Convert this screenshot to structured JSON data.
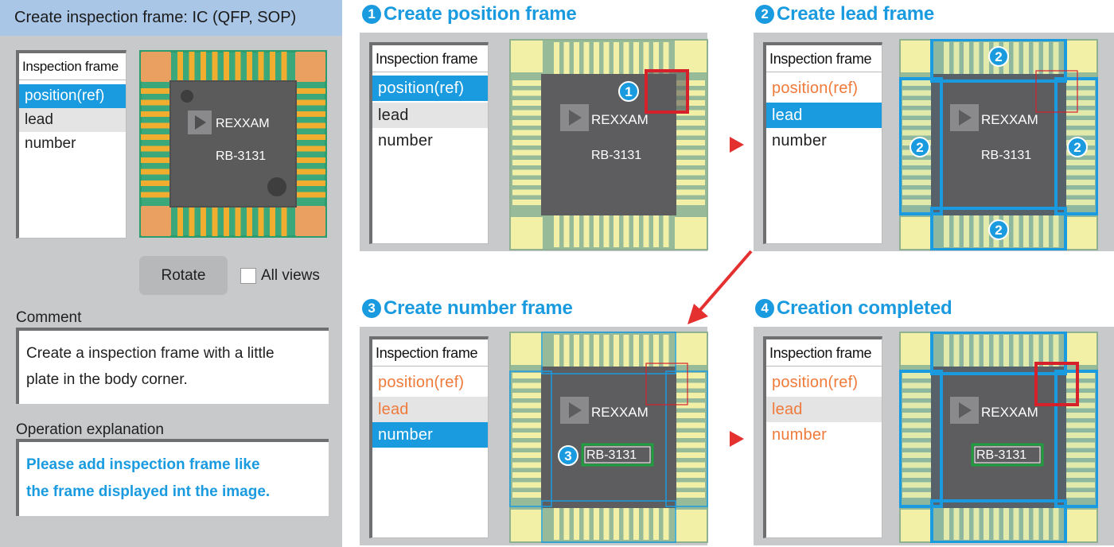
{
  "left_panel": {
    "title": "Create inspection frame: IC (QFP, SOP)",
    "list": {
      "header": "Inspection frame",
      "items": [
        "position(ref)",
        "lead",
        "number"
      ]
    },
    "chip": {
      "brand": "REXXAM",
      "model": "RB-3131"
    },
    "rotate_label": "Rotate",
    "all_views_label": "All views",
    "comment_label": "Comment",
    "comment_lines": [
      "Create a inspection frame with a little",
      "plate in the body corner."
    ],
    "operation_label": "Operation explanation",
    "operation_lines": [
      "Please add inspection frame like",
      "the frame displayed int the image."
    ]
  },
  "steps": [
    {
      "num": "1",
      "title": "Create position frame",
      "badge": "1"
    },
    {
      "num": "2",
      "title": "Create lead frame",
      "badge": "2"
    },
    {
      "num": "3",
      "title": "Create number frame",
      "badge": "3"
    },
    {
      "num": "4",
      "title": "Creation completed"
    }
  ],
  "colors": {
    "accent": "#1a9be0",
    "done_text": "#ef7a3a",
    "position_frame": "#d6212b",
    "number_frame": "#1e9e3e",
    "panel_bg": "#c8c9cb",
    "header_bg": "#a9c6e6",
    "arrow": "#e53030"
  }
}
